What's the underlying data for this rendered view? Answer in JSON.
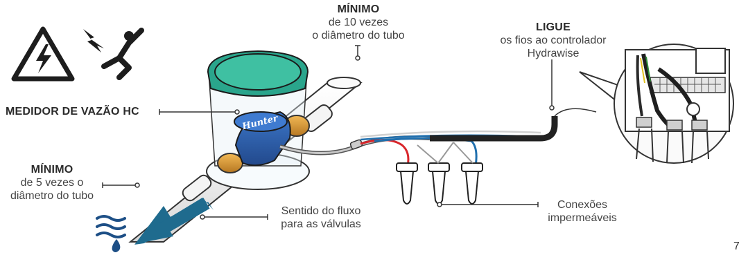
{
  "labels": {
    "min_top": {
      "heading": "MÍNIMO",
      "line1": "de 10 vezes",
      "line2": "o diâmetro do tubo"
    },
    "connect": {
      "heading": "LIGUE",
      "line1": "os fios ao controlador",
      "line2": "Hydrawise"
    },
    "meter": {
      "heading": "MEDIDOR DE VAZÃO HC"
    },
    "min_left": {
      "heading": "MÍNIMO",
      "line1": "de 5 vezes o",
      "line2": "diâmetro do tubo"
    },
    "flow": {
      "line1": "Sentido do fluxo",
      "line2": "para as válvulas"
    },
    "connectors": {
      "line1": "Conexões",
      "line2": "impermeáveis"
    }
  },
  "meter_brand": "Hunter",
  "page_number": "7",
  "colors": {
    "teal_lid": "#2aa58c",
    "meter_blue": "#2d5fb0",
    "brass": "#d99a34",
    "arrow_blue": "#1f6b8e",
    "water_blue": "#1d4f86",
    "wire_red": "#d9262b",
    "wire_blue": "#1f6fae",
    "line_dark": "#2b2b2b"
  },
  "icons": [
    "electrical-hazard-icon",
    "electrocution-warning-icon",
    "water-flow-icon"
  ]
}
